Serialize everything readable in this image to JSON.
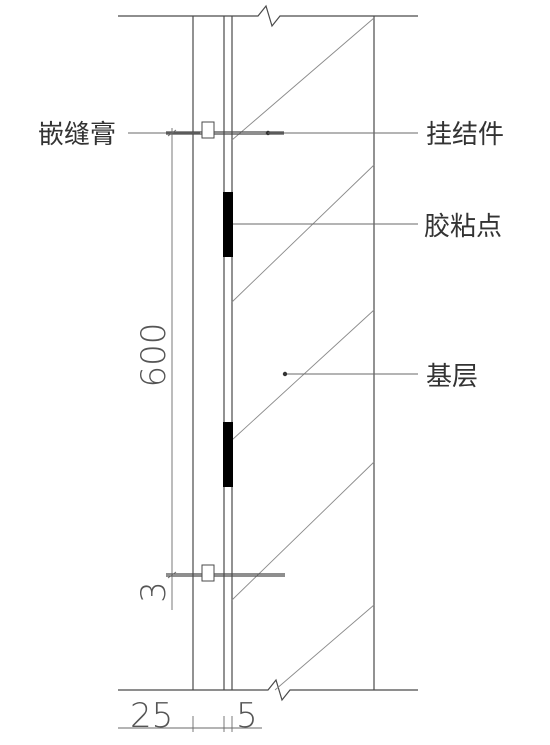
{
  "labels": {
    "caulk": "嵌缝膏",
    "hanger": "挂结件",
    "adhesive_dot": "胶粘点",
    "substrate": "基层"
  },
  "dimensions": {
    "spacing": "600",
    "gap": "3",
    "board": "25",
    "layer": "5"
  },
  "colors": {
    "line": "#4a4a4a",
    "adhesive": "#000000"
  }
}
